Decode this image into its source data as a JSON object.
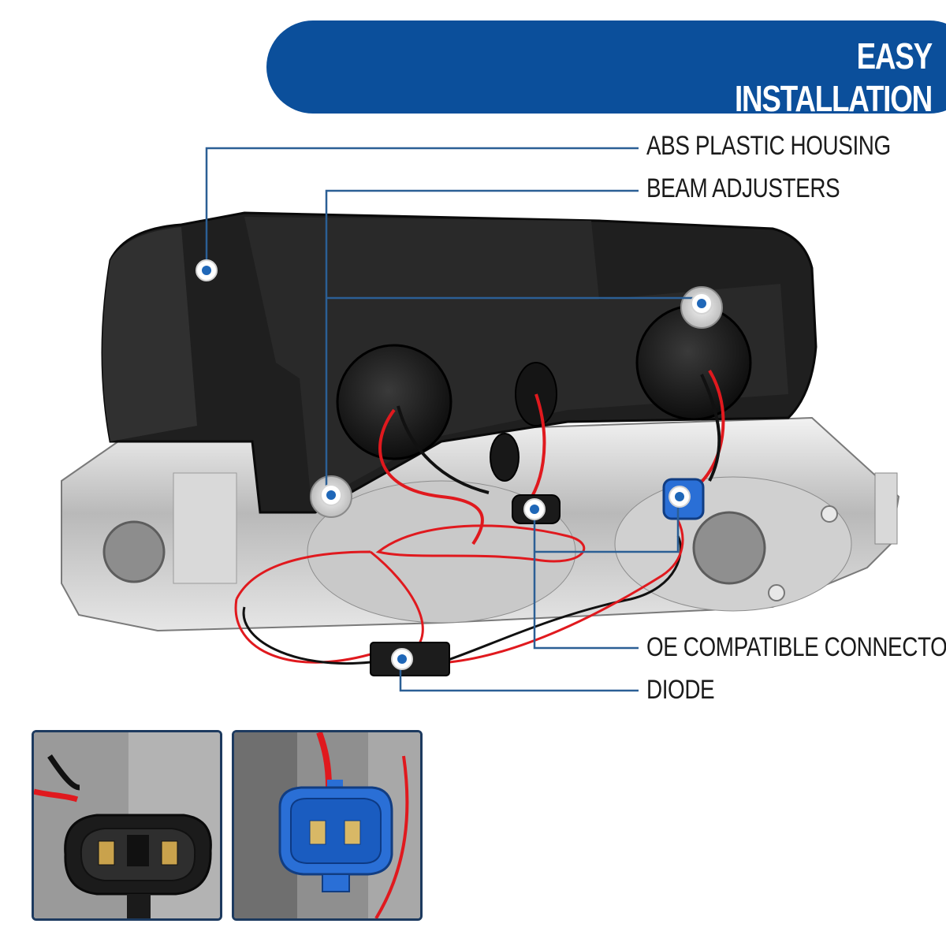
{
  "banner": {
    "title": "EASY INSTALLATION"
  },
  "callouts": {
    "abs_housing": "ABS PLASTIC HOUSING",
    "beam_adjusters": "BEAM ADJUSTERS",
    "oe_connectors": "OE COMPATIBLE CONNECTORS",
    "diode": "DIODE"
  },
  "colors": {
    "banner": "#0b4f9b",
    "callout_line": "#2b5f95",
    "callout_dot": "#1f67b8",
    "wire_red": "#e0191e",
    "connector_blue": "#2a6fd6"
  }
}
